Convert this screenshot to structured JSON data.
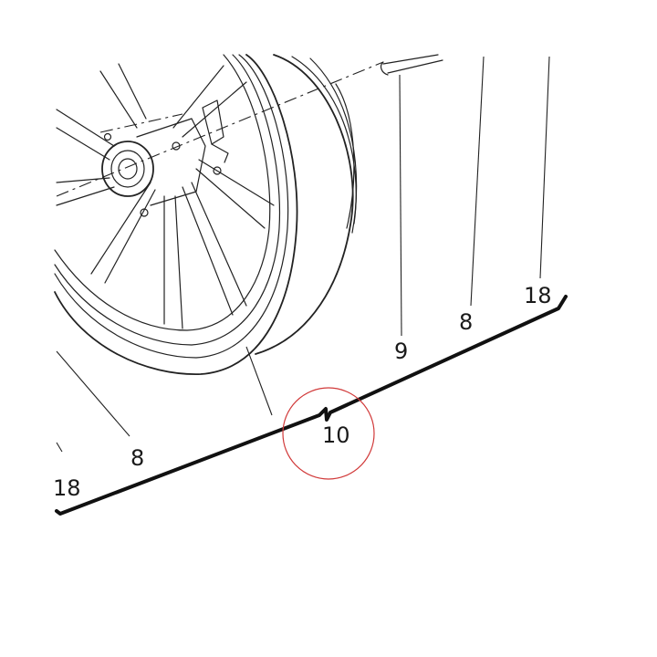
{
  "callouts": {
    "c1": "18",
    "c2": "8",
    "c3": "9",
    "c4": "8",
    "c5": "18",
    "c6": "10"
  },
  "colors": {
    "line": "#222222",
    "highlight_circle": "#d13a3a",
    "background": "#ffffff"
  }
}
